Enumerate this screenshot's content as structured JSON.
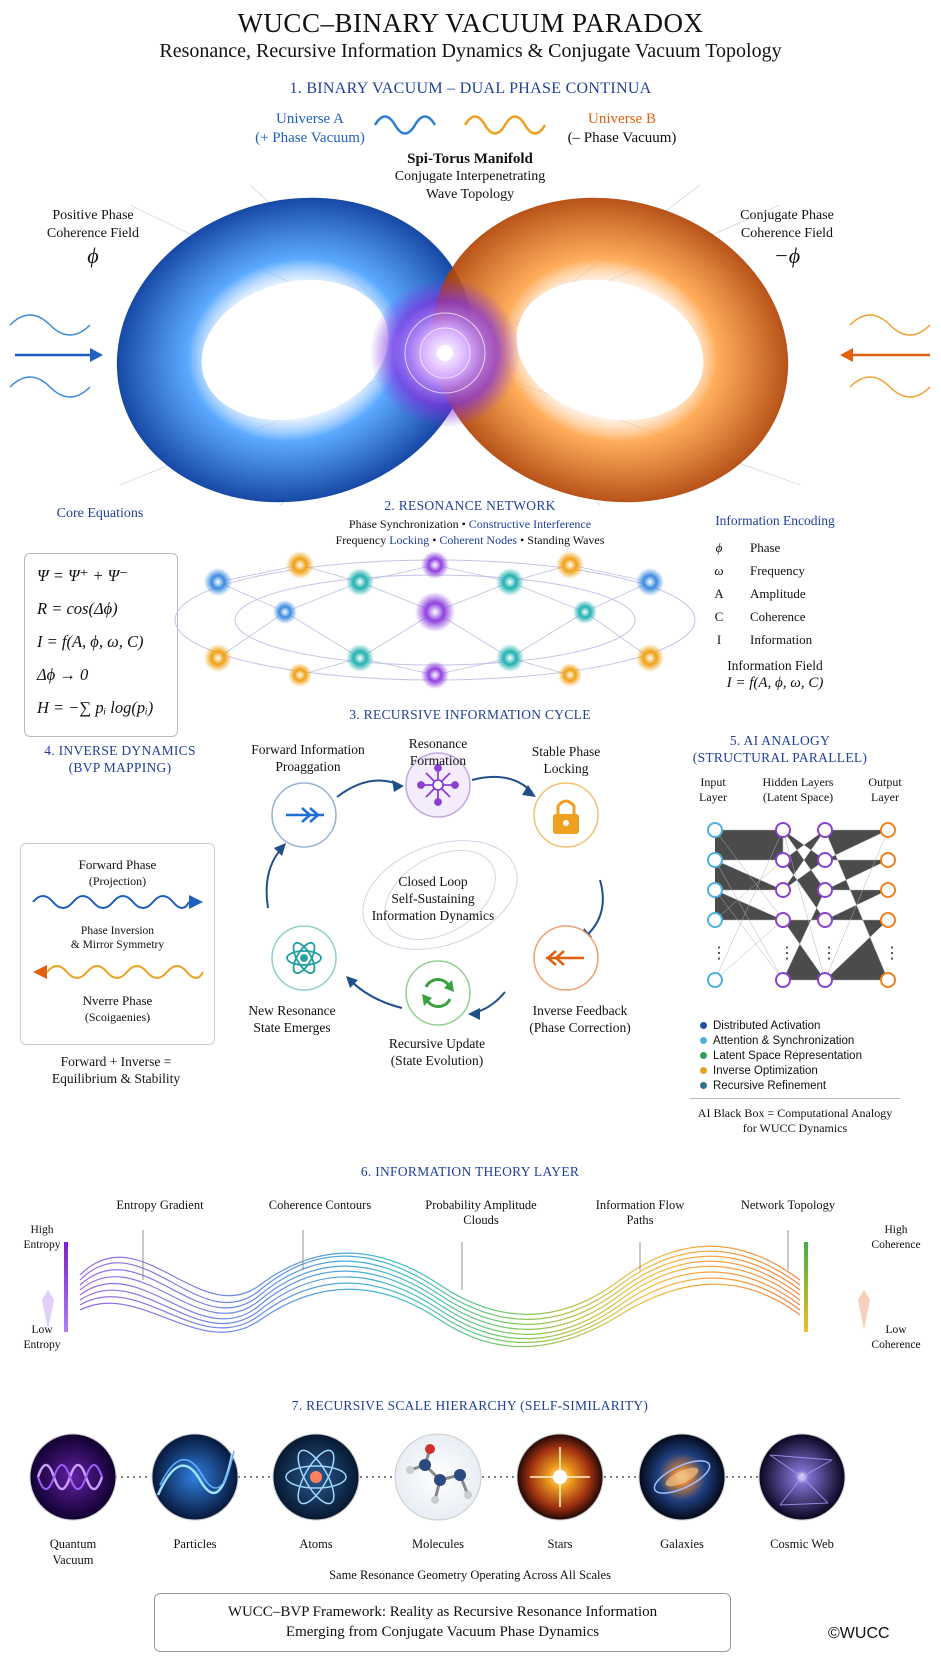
{
  "header": {
    "title": "WUCC–BINARY VACUUM PARADOX",
    "subtitle": "Resonance, Recursive Information Dynamics & Conjugate Vacuum Topology"
  },
  "section1": {
    "heading": "1. BINARY VACUUM – DUAL PHASE CONTINUA",
    "universe_a": {
      "name": "Universe A",
      "desc": "(+ Phase Vacuum)",
      "color": "#1f5fc0"
    },
    "universe_b": {
      "name": "Universe B",
      "desc": "(– Phase Vacuum)",
      "color": "#e0600f"
    },
    "manifold_title": "Spi-Torus Manifold",
    "manifold_desc_1": "Conjugate Interpenetrating",
    "manifold_desc_2": "Wave Topology",
    "left_field_1": "Positive Phase",
    "left_field_2": "Coherence Field",
    "left_symbol": "ϕ",
    "right_field_1": "Conjugate Phase",
    "right_field_2": "Coherence Field",
    "right_symbol": "−ϕ"
  },
  "core_equations": {
    "heading": "Core Equations",
    "eq1": "Ψ = Ψ⁺ + Ψ⁻",
    "eq2": "R = cos(Δϕ)",
    "eq3": "I = f(A, ϕ, ω, C)",
    "eq4": "Δϕ → 0",
    "eq5": "H = −∑ pᵢ log(pᵢ)"
  },
  "section2": {
    "heading": "2. RESONANCE NETWORK",
    "line1_a": "Phase Synchronization • ",
    "line1_b": "Constructive Interference",
    "line2_a": "Frequency ",
    "line2_b": "Locking",
    "line2_c": " • ",
    "line2_d": "Coherent Nodes",
    "line2_e": " • Standing Waves"
  },
  "encoding": {
    "heading": "Information Encoding",
    "rows": [
      {
        "symbol": "ϕ",
        "label": "Phase"
      },
      {
        "symbol": "ω",
        "label": "Frequency"
      },
      {
        "symbol": "A",
        "label": "Amplitude"
      },
      {
        "symbol": "C",
        "label": "Coherence"
      },
      {
        "symbol": "I",
        "label": "Information"
      }
    ],
    "field_title": "Information Field",
    "field_eq": "I = f(A, ϕ, ω, C)"
  },
  "section3": {
    "heading": "3. RECURSIVE INFORMATION CYCLE",
    "forward_1": "Forward Information",
    "forward_2": "Proaggation",
    "resonance_1": "Resonance",
    "resonance_2": "Formation",
    "stable_1": "Stable Phase",
    "stable_2": "Locking",
    "inverse_1": "Inverse Feedback",
    "inverse_2": "(Phase Correction)",
    "update_1": "Recursive Update",
    "update_2": "(State Evolution)",
    "newstate_1": "New Resonance",
    "newstate_2": "State Emerges",
    "center_1": "Closed Loop",
    "center_2": "Self-Sustaining",
    "center_3": "Information Dynamics"
  },
  "section4": {
    "heading_1": "4. INVERSE DYNAMICS",
    "heading_2": "(BVP MAPPING)",
    "forward_1": "Forward Phase",
    "forward_2": "(Projection)",
    "inversion_1": "Phase Inversion",
    "inversion_2": "& Mirror Symmetry",
    "nverre_1": "Nverre Phase",
    "nverre_2": "(Scoigaenies)",
    "footer_1": "Forward + Inverse =",
    "footer_2": "Equilibrium & Stability"
  },
  "section5": {
    "heading_1": "5. AI ANALOGY",
    "heading_2": "(STRUCTURAL PARALLEL)",
    "input_1": "Input",
    "input_2": "Layer",
    "hidden_1": "Hidden Layers",
    "hidden_2": "(Latent Space)",
    "output_1": "Output",
    "output_2": "Layer",
    "legend": [
      {
        "label": "Distributed Activation",
        "color": "#1f4fa0"
      },
      {
        "label": "Attention & Synchronization",
        "color": "#4fb0e0"
      },
      {
        "label": "Latent Space Representation",
        "color": "#2fa05a"
      },
      {
        "label": "Inverse Optimization",
        "color": "#e0a020"
      },
      {
        "label": "Recursive Refinement",
        "color": "#2f7090"
      }
    ],
    "footer_1": "AI Black Box = Computational Analogy",
    "footer_2": "for WUCC Dynamics"
  },
  "section6": {
    "heading": "6. INFORMATION THEORY LAYER",
    "labels": [
      "Entropy Gradient",
      "Coherence Contours",
      "Probability Amplitude",
      "Information Flow",
      "Network Topology"
    ],
    "labels_2": [
      "",
      "",
      "Clouds",
      "Paths",
      ""
    ],
    "high_entropy_1": "High",
    "high_entropy_2": "Entropy",
    "low_entropy_1": "Low",
    "low_entropy_2": "Entropy",
    "high_coherence_1": "High",
    "high_coherence_2": "Coherence",
    "low_coherence_1": "Low",
    "low_coherence_2": "Coherence"
  },
  "section7": {
    "heading": "7. RECURSIVE SCALE HIERARCHY (SELF-SIMILARITY)",
    "scales": [
      {
        "label": "Quantum",
        "label2": "Vacuum"
      },
      {
        "label": "Particles",
        "label2": ""
      },
      {
        "label": "Atoms",
        "label2": ""
      },
      {
        "label": "Molecules",
        "label2": ""
      },
      {
        "label": "Stars",
        "label2": ""
      },
      {
        "label": "Galaxies",
        "label2": ""
      },
      {
        "label": "Cosmic Web",
        "label2": ""
      }
    ],
    "caption": "Same Resonance Geometry Operating Across All Scales"
  },
  "footer": {
    "line1": "WUCC–BVP Framework: Reality as Recursive Resonance Information",
    "line2": "Emerging from Conjugate Vacuum Phase Dynamics",
    "copyright": "©WUCC"
  }
}
